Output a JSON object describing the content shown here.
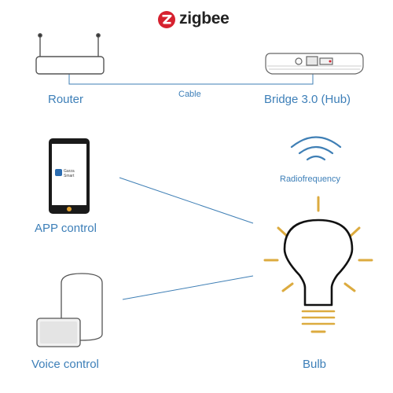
{
  "logo": {
    "text": "zigbee",
    "color": "#d6212f"
  },
  "labels": {
    "router": "Router",
    "cable": "Cable",
    "bridge": "Bridge 3.0 (Hub)",
    "radio": "Radiofrequency",
    "app": "APP control",
    "voice": "Voice control",
    "bulb": "Bulb"
  },
  "phone_app": {
    "line1": "Garza",
    "line2": "Smart"
  },
  "colors": {
    "label": "#3d7fb8",
    "connector": "#3f7fb5",
    "bulb_outline": "#111111",
    "bulb_rays": "#dcab3f",
    "device_outline": "#555555"
  }
}
